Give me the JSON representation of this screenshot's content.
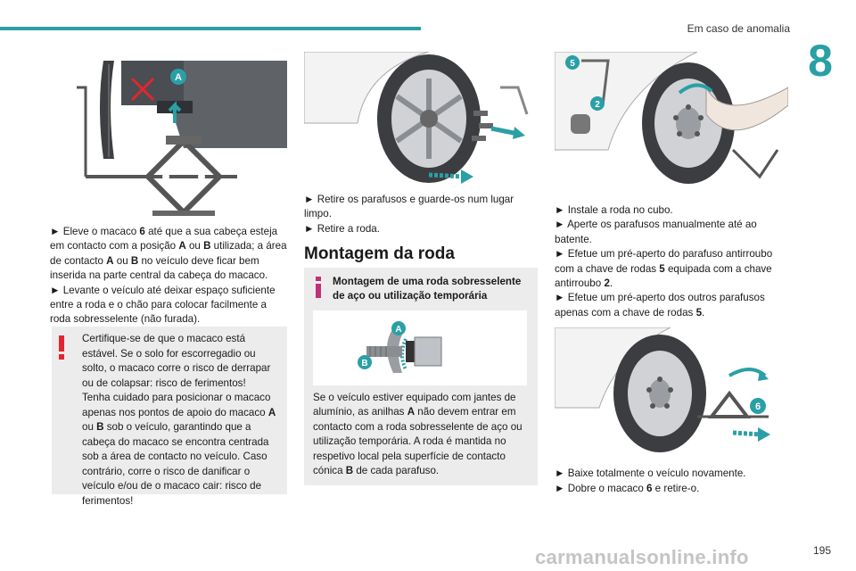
{
  "header": {
    "section_title": "Em caso de anomalia",
    "chapter_number": "8"
  },
  "column1": {
    "figure_labels": {
      "a": "A"
    },
    "steps": [
      {
        "bullet": "►",
        "parts": [
          {
            "t": " Eleve o macaco "
          },
          {
            "b": "6"
          },
          {
            "t": " até que a sua cabeça esteja em contacto com a posição "
          },
          {
            "b": "A"
          },
          {
            "t": " ou "
          },
          {
            "b": "B"
          },
          {
            "t": " utilizada; a área de contacto "
          },
          {
            "b": "A"
          },
          {
            "t": " ou "
          },
          {
            "b": "B"
          },
          {
            "t": " no veículo deve ficar bem inserida na parte central da cabeça do macaco."
          }
        ]
      },
      {
        "bullet": "►",
        "parts": [
          {
            "t": " Levante o veículo até deixar espaço suficiente entre a roda e o chão para colocar facilmente a roda sobresselente (não furada)."
          }
        ]
      }
    ],
    "warning": {
      "icon": "exclamation-icon",
      "parts": [
        {
          "t": "Certifique-se de que o macaco está estável. Se o solo for escorregadio ou solto, o macaco corre o risco de derrapar ou de colapsar: risco de ferimentos!"
        },
        {
          "br": true
        },
        {
          "t": "Tenha cuidado para posicionar o macaco apenas nos pontos de apoio do macaco "
        },
        {
          "b": "A"
        },
        {
          "t": " ou "
        },
        {
          "b": "B"
        },
        {
          "t": " sob o veículo, garantindo que a cabeça do macaco se encontra centrada sob a área de contacto no veículo. Caso contrário, corre o risco de danificar o veículo e/ou de o macaco cair: risco de ferimentos!"
        }
      ]
    }
  },
  "column2": {
    "steps": [
      {
        "bullet": "►",
        "parts": [
          {
            "t": " Retire os parafusos e guarde-os num lugar limpo."
          }
        ]
      },
      {
        "bullet": "►",
        "parts": [
          {
            "t": " Retire a roda."
          }
        ]
      }
    ],
    "heading": "Montagem da roda",
    "info": {
      "icon": "info-icon",
      "title": "Montagem de uma roda sobresselente de aço ou utilização temporária",
      "figure_labels": {
        "a": "A",
        "b": "B"
      },
      "parts": [
        {
          "t": "Se o veículo estiver equipado com jantes de alumínio, as anilhas "
        },
        {
          "b": "A"
        },
        {
          "t": " não devem entrar em contacto com a roda sobresselente de aço ou utilização temporária. A roda é mantida no respetivo local pela superfície de contacto cónica "
        },
        {
          "b": "B"
        },
        {
          "t": " de cada parafuso."
        }
      ]
    }
  },
  "column3": {
    "figure1_labels": {
      "five": "5",
      "two": "2"
    },
    "steps": [
      {
        "bullet": "►",
        "parts": [
          {
            "t": " Instale a roda no cubo."
          }
        ]
      },
      {
        "bullet": "►",
        "parts": [
          {
            "t": " Aperte os parafusos manualmente até ao batente."
          }
        ]
      },
      {
        "bullet": "►",
        "parts": [
          {
            "t": " Efetue um pré-aperto do parafuso antirroubo com a chave de rodas "
          },
          {
            "b": "5"
          },
          {
            "t": " equipada com a chave antirroubo "
          },
          {
            "b": "2"
          },
          {
            "t": "."
          }
        ]
      },
      {
        "bullet": "►",
        "parts": [
          {
            "t": " Efetue um pré-aperto dos outros parafusos apenas com a chave de rodas "
          },
          {
            "b": "5"
          },
          {
            "t": "."
          }
        ]
      }
    ],
    "figure2_labels": {
      "six": "6"
    },
    "steps2": [
      {
        "bullet": "►",
        "parts": [
          {
            "t": " Baixe totalmente o veículo novamente."
          }
        ]
      },
      {
        "bullet": "►",
        "parts": [
          {
            "t": " Dobre o macaco "
          },
          {
            "b": "6"
          },
          {
            "t": " e retire-o."
          }
        ]
      }
    ]
  },
  "footer": {
    "page_number": "195",
    "watermark": "carmanualsonline.info"
  },
  "colors": {
    "accent": "#2a9fa6",
    "warning_red": "#e3262d",
    "info_magenta": "#c0307a",
    "panel_gray": "#ececec"
  }
}
